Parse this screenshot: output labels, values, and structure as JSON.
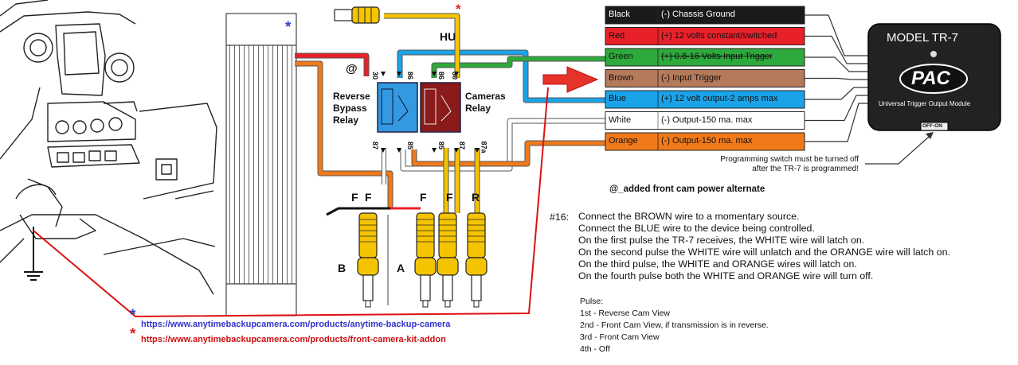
{
  "colors": {
    "black": "#1a1a1a",
    "red": "#e8202a",
    "green": "#2eaa3c",
    "brown": "#b57a5a",
    "blue": "#1aa3e8",
    "white": "#ffffff",
    "orange": "#f07a1a",
    "yellow": "#f5c400",
    "url_blue": "#3333cc",
    "url_red": "#cc1111",
    "asterisk_blue": "#3344cc",
    "asterisk_red": "#dd2222"
  },
  "wires": [
    {
      "color_name": "Black",
      "function": "(-) Chassis Ground"
    },
    {
      "color_name": "Red",
      "function": "(+) 12 volts constant/switched"
    },
    {
      "color_name": "Green",
      "function": "(+) 0.8-16 Volts Input Trigger"
    },
    {
      "color_name": "Brown",
      "function": "(-) Input Trigger"
    },
    {
      "color_name": "Blue",
      "function": "(+) 12 volt output-2 amps max"
    },
    {
      "color_name": "White",
      "function": "(-) Output-150 ma. max"
    },
    {
      "color_name": "Orange",
      "function": "(-) Output-150 ma. max"
    }
  ],
  "module": {
    "title": "MODEL TR-7",
    "logo": "PAC",
    "subtitle": "Universal Trigger Output Module",
    "switch_label": "OFF-ON"
  },
  "programming_note": [
    "Programming switch must be turned off",
    "after the TR-7 is programmed!"
  ],
  "relays": {
    "reverse_bypass": {
      "label": [
        "Reverse",
        "Bypass",
        "Relay"
      ],
      "pins_top": [
        "30",
        "86"
      ],
      "pins_bottom": [
        "87",
        "85"
      ]
    },
    "cameras": {
      "label": [
        "Cameras",
        "Relay"
      ],
      "pins_top": [
        "86",
        "30"
      ],
      "pins_bottom": [
        "85",
        "87",
        "87a"
      ]
    }
  },
  "markers": {
    "hu": "HU",
    "at": "@",
    "asterisk": "*",
    "connector_letters": [
      "F",
      "F",
      "F",
      "F",
      "R"
    ],
    "connector_groups": [
      "B",
      "A"
    ]
  },
  "alternate_note": "@_added front cam power alternate",
  "instructions": {
    "number": "#16:",
    "lines": [
      "Connect the BROWN wire to a momentary source.",
      "Connect the BLUE wire to the device being controlled.",
      "On the first pulse the TR-7 receives, the WHITE wire will latch on.",
      "On the second pulse the WHITE wire will unlatch and the ORANGE wire will latch on.",
      "On the third pulse, the WHITE and ORANGE wires will latch on.",
      "On the fourth pulse both the WHITE and ORANGE wire will turn off."
    ]
  },
  "pulse": {
    "title": "Pulse:",
    "lines": [
      "1st - Reverse Cam View",
      "2nd - Front Cam View, if transmission is in reverse.",
      "3rd - Front Cam View",
      "4th - Off"
    ]
  },
  "links": [
    {
      "url": "https://www.anytimebackupcamera.com/products/anytime-backup-camera"
    },
    {
      "url": "https://www.anytimebackupcamera.com/products/front-camera-kit-addon"
    }
  ]
}
